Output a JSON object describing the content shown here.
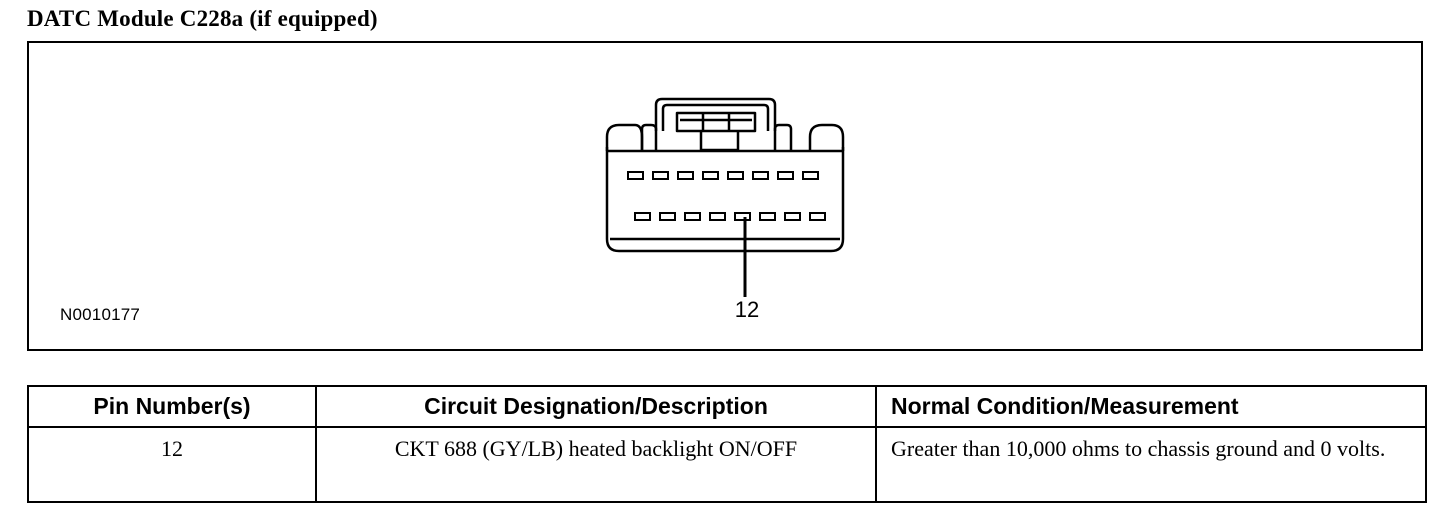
{
  "title": "DATC Module C228a (if equipped)",
  "figure": {
    "code": "N0010177",
    "pin_callout": "12"
  },
  "table": {
    "headers": [
      "Pin Number(s)",
      "Circuit Designation/Description",
      "Normal Condition/Measurement"
    ],
    "rows": [
      {
        "pin": "12",
        "circuit": "CKT 688 (GY/LB) heated backlight ON/OFF",
        "normal": "Greater than 10,000 ohms to chassis ground and 0 volts."
      }
    ]
  }
}
